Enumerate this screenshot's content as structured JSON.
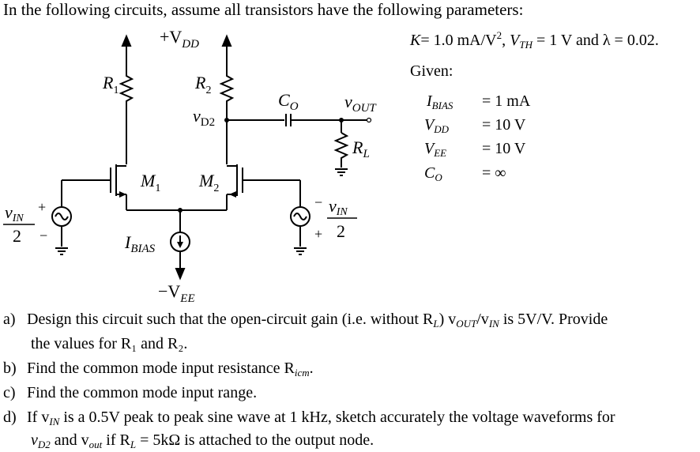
{
  "intro": "In the following circuits, assume all transistors have the following parameters:",
  "params": {
    "K": "K = 1.0 mA/V², VTH = 1 V and λ = 0.02.",
    "K_label": "K",
    "K_value": "= 1.0 mA/V",
    "K_exp": "2",
    "vth_label": "V",
    "vth_sub": "TH",
    "vth_value": "= 1 V and λ = 0.02."
  },
  "given": {
    "title": "Given:",
    "rows": [
      {
        "sym": "I",
        "sub": "BIAS",
        "val": "= 1 mA"
      },
      {
        "sym": "V",
        "sub": "DD",
        "val": "= 10 V"
      },
      {
        "sym": "V",
        "sub": "EE",
        "val": "= 10 V"
      },
      {
        "sym": "C",
        "sub": "O",
        "val": "= ∞"
      }
    ]
  },
  "circuit": {
    "vdd": "+V",
    "vdd_sub": "DD",
    "vee": "−V",
    "vee_sub": "EE",
    "r1": "R",
    "r1_sub": "1",
    "r2": "R",
    "r2_sub": "2",
    "vd2": "v",
    "vd2_sub": "D2",
    "co": "C",
    "co_sub": "O",
    "vout": "v",
    "vout_sub": "OUT",
    "rl": "R",
    "rl_sub": "L",
    "m1": "M",
    "m1_sub": "1",
    "m2": "M",
    "m2_sub": "2",
    "ibias": "I",
    "ibias_sub": "BIAS",
    "vin_left_num": "v",
    "vin_left_sub": "IN",
    "vin_left_den": "2",
    "vin_left_plus": "+",
    "vin_left_minus": "−",
    "vin_right_num": "v",
    "vin_right_sub": "IN",
    "vin_right_den": "2",
    "vin_right_plus": "+",
    "vin_right_minus": "−"
  },
  "questions": [
    {
      "label": "a)",
      "line1": "Design this circuit such that the open-circuit gain (i.e. without R",
      "line1_sub": "L",
      "line1_b": ") v",
      "line1_sub2": "OUT",
      "line1_c": "/v",
      "line1_sub3": "IN",
      "line1_d": " is 5V/V. Provide",
      "line2": "the values for R₁ and R₂."
    },
    {
      "label": "b)",
      "line1": "Find the common mode input resistance R",
      "line1_sub": "icm",
      "line1_b": "."
    },
    {
      "label": "c)",
      "line1": "Find the common mode input range."
    },
    {
      "label": "d)",
      "line1": "If v",
      "line1_sub": "IN",
      "line1_b": " is a 0.5V peak to peak sine wave at 1 kHz, sketch accurately the voltage waveforms for",
      "line2a": "v",
      "line2_sub": "D2",
      "line2_b": " and v",
      "line2_sub2": "out",
      "line2_c": " if R",
      "line2_sub3": "L",
      "line2_d": " = 5kΩ is attached to the output node."
    }
  ]
}
